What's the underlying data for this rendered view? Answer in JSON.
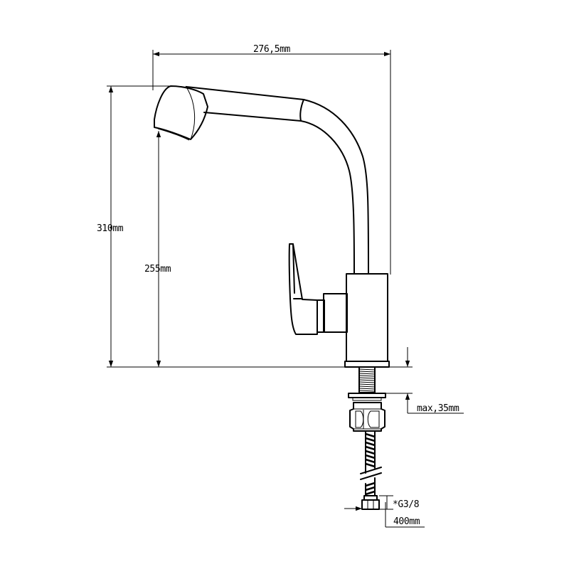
{
  "dimensions": {
    "width_overall": "276,5mm",
    "height_overall": "310mm",
    "spout_height": "255mm",
    "max_deck_thickness": "max,35mm",
    "connector_thread": "*G3/8",
    "hose_length": "400mm"
  }
}
